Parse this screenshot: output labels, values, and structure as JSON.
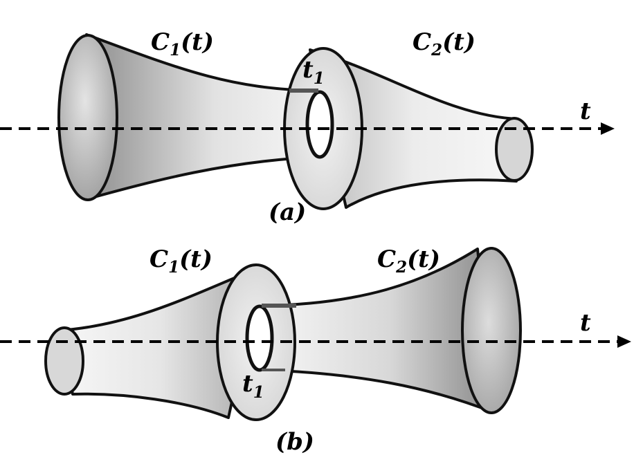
{
  "panel_a": {
    "left_label_base": "C",
    "left_label_sub": "1",
    "left_label_arg": "(t)",
    "right_label_base": "C",
    "right_label_sub": "2",
    "right_label_arg": "(t)",
    "junction_base": "t",
    "junction_sub": "1",
    "axis_label": "t",
    "caption": "(a)"
  },
  "panel_b": {
    "left_label_base": "C",
    "left_label_sub": "1",
    "left_label_arg": "(t)",
    "right_label_base": "C",
    "right_label_sub": "2",
    "right_label_arg": "(t)",
    "junction_base": "t",
    "junction_sub": "1",
    "axis_label": "t",
    "caption": "(b)"
  },
  "colors": {
    "stroke": "#111111",
    "shade_dark": "#8a8a8a",
    "shade_light": "#f4f4f4"
  }
}
